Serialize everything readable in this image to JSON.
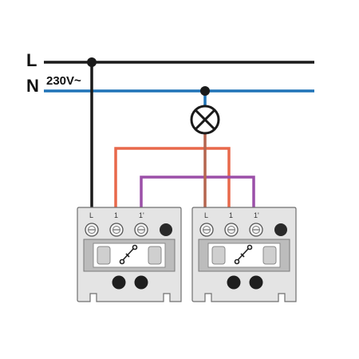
{
  "lines": {
    "l_label": "L",
    "n_label": "N",
    "voltage_label": "230V~"
  },
  "switches": [
    {
      "terminals": [
        "L",
        "1",
        "1'"
      ]
    },
    {
      "terminals": [
        "L",
        "1",
        "1'"
      ]
    }
  ],
  "colors": {
    "live": "#1a1a1a",
    "neutral": "#1f73b7",
    "traveler_1": "#e8694b",
    "traveler_2": "#9b4fa8",
    "lamp_wire": "#b5654f",
    "housing": "#e4e4e4",
    "outline": "#6f6f6f"
  },
  "icons": {
    "lamp": "lamp-cross-icon",
    "switch_symbol": "two-way-switch-icon",
    "terminal_screw": "screw-terminal-icon"
  }
}
